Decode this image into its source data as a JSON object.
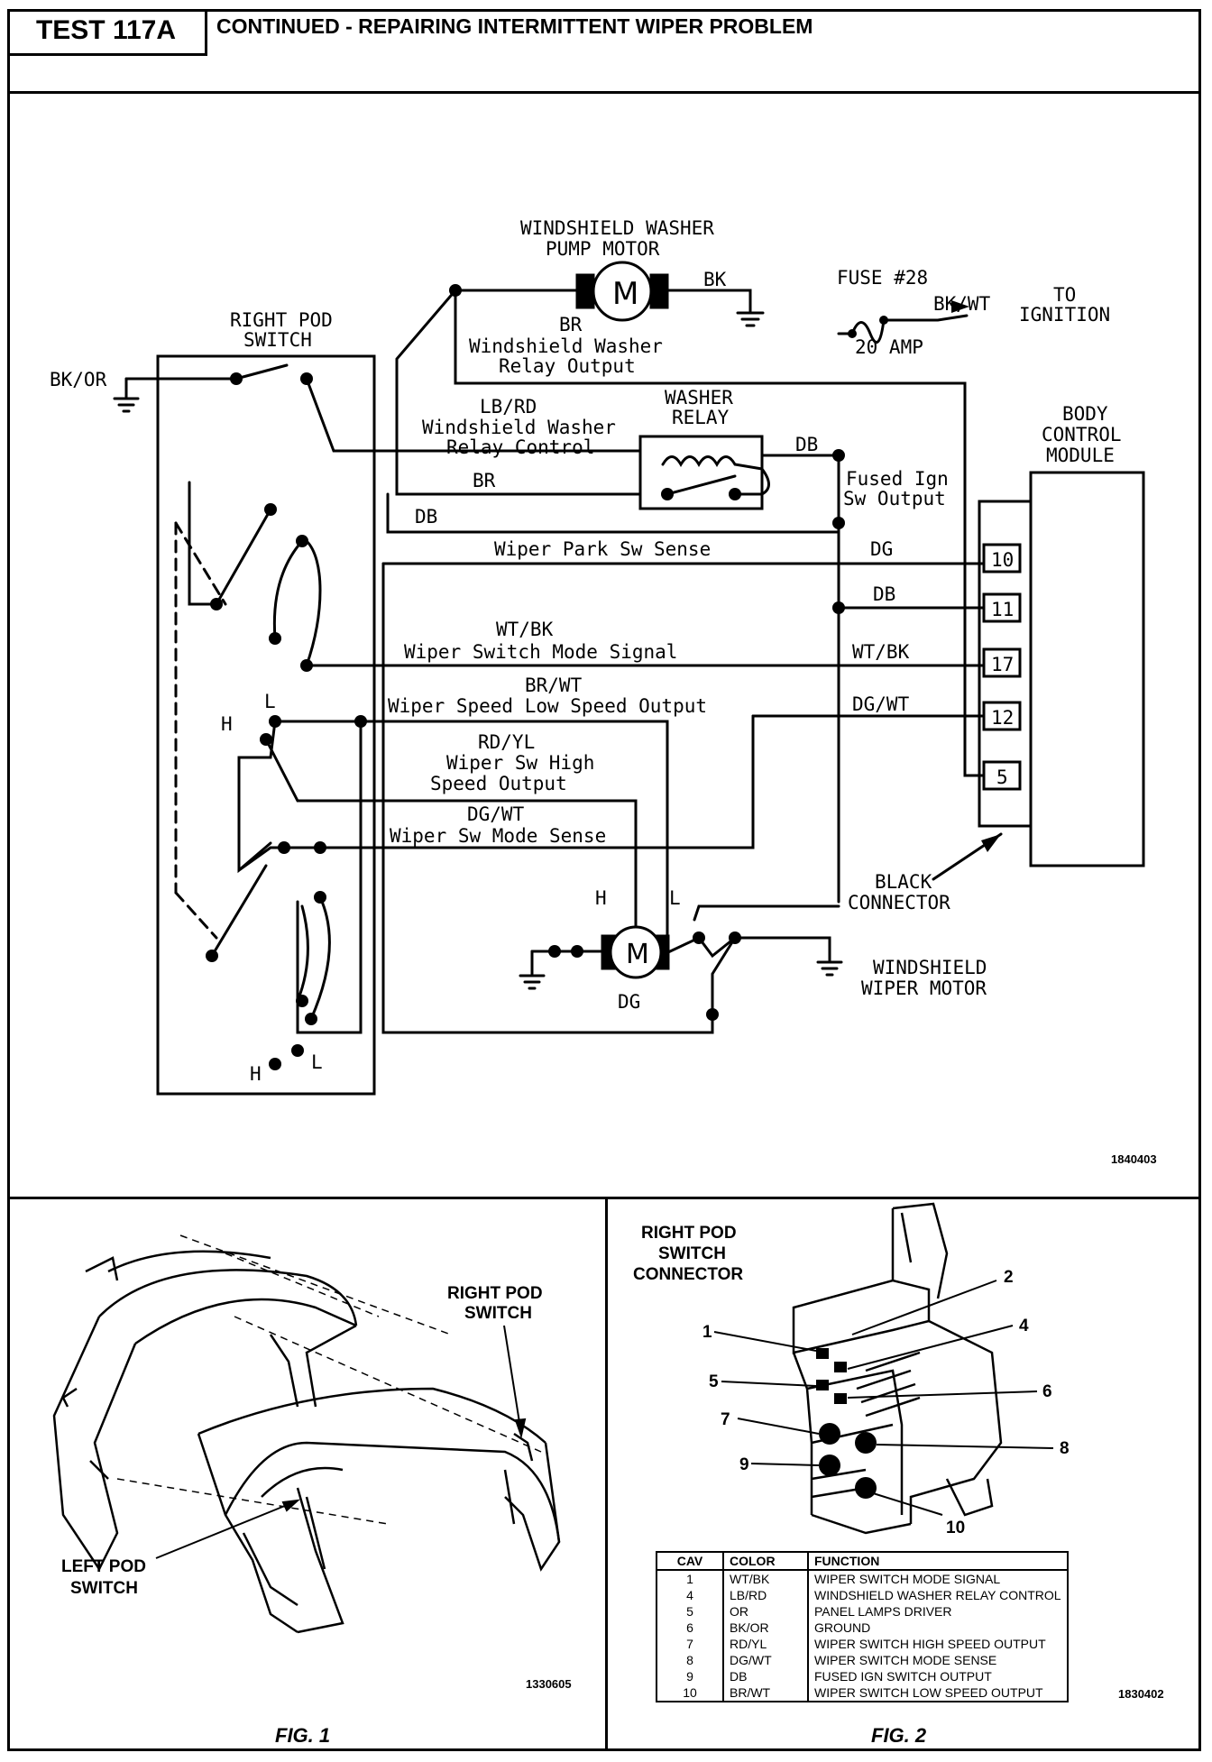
{
  "header": {
    "test_label": "TEST 117A",
    "title": "CONTINUED - REPAIRING INTERMITTENT WIPER PROBLEM"
  },
  "schematic": {
    "figure_id": "1840403",
    "labels": {
      "washer_pump_title_1": "WINDSHIELD WASHER",
      "washer_pump_title_2": "PUMP MOTOR",
      "motor_m": "M",
      "bk_pump": "BK",
      "br_pump": "BR",
      "washer_relay_output_1": "Windshield Washer",
      "washer_relay_output_2": "Relay Output",
      "fuse_title": "FUSE #28",
      "fuse_amp": "20 AMP",
      "bk_wt": "BK/WT",
      "to_ignition_1": "TO",
      "to_ignition_2": "IGNITION",
      "right_pod_1": "RIGHT POD",
      "right_pod_2": "SWITCH",
      "bk_or": "BK/OR",
      "lb_rd": "LB/RD",
      "relay_control_1": "Windshield Washer",
      "relay_control_2": "Relay Control",
      "washer_relay_1": "WASHER",
      "washer_relay_2": "RELAY",
      "db_relay": "DB",
      "fused_ign_1": "Fused Ign",
      "fused_ign_2": "Sw Output",
      "br_relay": "BR",
      "db_lower": "DB",
      "bcm_1": "BODY",
      "bcm_2": "CONTROL",
      "bcm_3": "MODULE",
      "wiper_park": "Wiper Park Sw Sense",
      "dg_park": "DG",
      "db_11": "DB",
      "wt_bk": "WT/BK",
      "wiper_mode_signal": "Wiper Switch Mode Signal",
      "wt_bk_right": "WT/BK",
      "br_wt": "BR/WT",
      "wiper_low": "Wiper Speed Low Speed Output",
      "dg_wt_right": "DG/WT",
      "rd_yl": "RD/YL",
      "wiper_high_1": "Wiper Sw High",
      "wiper_high_2": "Speed Output",
      "dg_wt": "DG/WT",
      "wiper_mode_sense": "Wiper Sw Mode Sense",
      "h_top": "H",
      "l_top": "L",
      "h_bottom": "H",
      "l_bottom": "L",
      "h_motor": "H",
      "l_motor": "L",
      "dg_motor": "DG",
      "black_connector_1": "BLACK",
      "black_connector_2": "CONNECTOR",
      "wiper_motor_1": "WINDSHIELD",
      "wiper_motor_2": "WIPER MOTOR"
    },
    "bcm_pins": [
      "10",
      "11",
      "17",
      "12",
      "5"
    ]
  },
  "fig1": {
    "right_pod_1": "RIGHT POD",
    "right_pod_2": "SWITCH",
    "left_pod_1": "LEFT POD",
    "left_pod_2": "SWITCH",
    "figure_id": "1330605",
    "caption": "FIG. 1"
  },
  "fig2": {
    "title_1": "RIGHT POD",
    "title_2": "SWITCH",
    "title_3": "CONNECTOR",
    "callouts": [
      "1",
      "2",
      "4",
      "5",
      "6",
      "7",
      "8",
      "9",
      "10"
    ],
    "figure_id": "1830402",
    "caption": "FIG. 2",
    "table": {
      "headers": [
        "CAV",
        "COLOR",
        "FUNCTION"
      ],
      "rows": [
        [
          "1",
          "WT/BK",
          "WIPER SWITCH MODE SIGNAL"
        ],
        [
          "4",
          "LB/RD",
          "WINDSHIELD WASHER RELAY CONTROL"
        ],
        [
          "5",
          "OR",
          "PANEL LAMPS DRIVER"
        ],
        [
          "6",
          "BK/OR",
          "GROUND"
        ],
        [
          "7",
          "RD/YL",
          "WIPER SWITCH HIGH SPEED OUTPUT"
        ],
        [
          "8",
          "DG/WT",
          "WIPER SWITCH MODE SENSE"
        ],
        [
          "9",
          "DB",
          "FUSED IGN SWITCH OUTPUT"
        ],
        [
          "10",
          "BR/WT",
          "WIPER SWITCH LOW SPEED OUTPUT"
        ]
      ]
    }
  }
}
